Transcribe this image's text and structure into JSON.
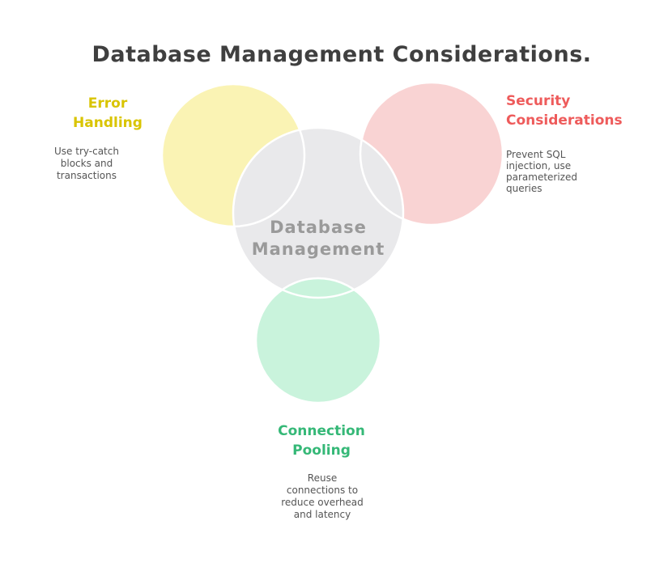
{
  "title": {
    "text": "Database Management Considerations."
  },
  "center_circle": {
    "line1": "Database",
    "line2": "Management"
  },
  "error_handling": {
    "label": [
      "Error",
      "Handling"
    ],
    "notes": [
      "Use try-catch",
      "blocks and",
      "transactions"
    ]
  },
  "security": {
    "label": [
      "Security",
      "Considerations"
    ],
    "notes": [
      "Prevent SQL",
      "injection, use",
      "parameterized",
      "queries"
    ]
  },
  "connection_pooling": {
    "label": [
      "Connection",
      "Pooling"
    ],
    "notes": [
      "Reuse",
      "connections to",
      "reduce overhead",
      "and latency"
    ]
  },
  "palette": {
    "background": "#ffffff",
    "title_color": "#3f3f3f",
    "note_color": "#555555",
    "center_text_color": "#9a9a9a",
    "circle_outline": "#ffffff",
    "yellow_fill": "#faf3b4",
    "pink_fill": "#f9d3d3",
    "gray_fill": "#e9e9eb",
    "green_fill": "#c9f3dc",
    "yellow_label_color": "#d9c400",
    "red_label_color": "#ee5b5b",
    "green_label_color": "#35b877"
  }
}
